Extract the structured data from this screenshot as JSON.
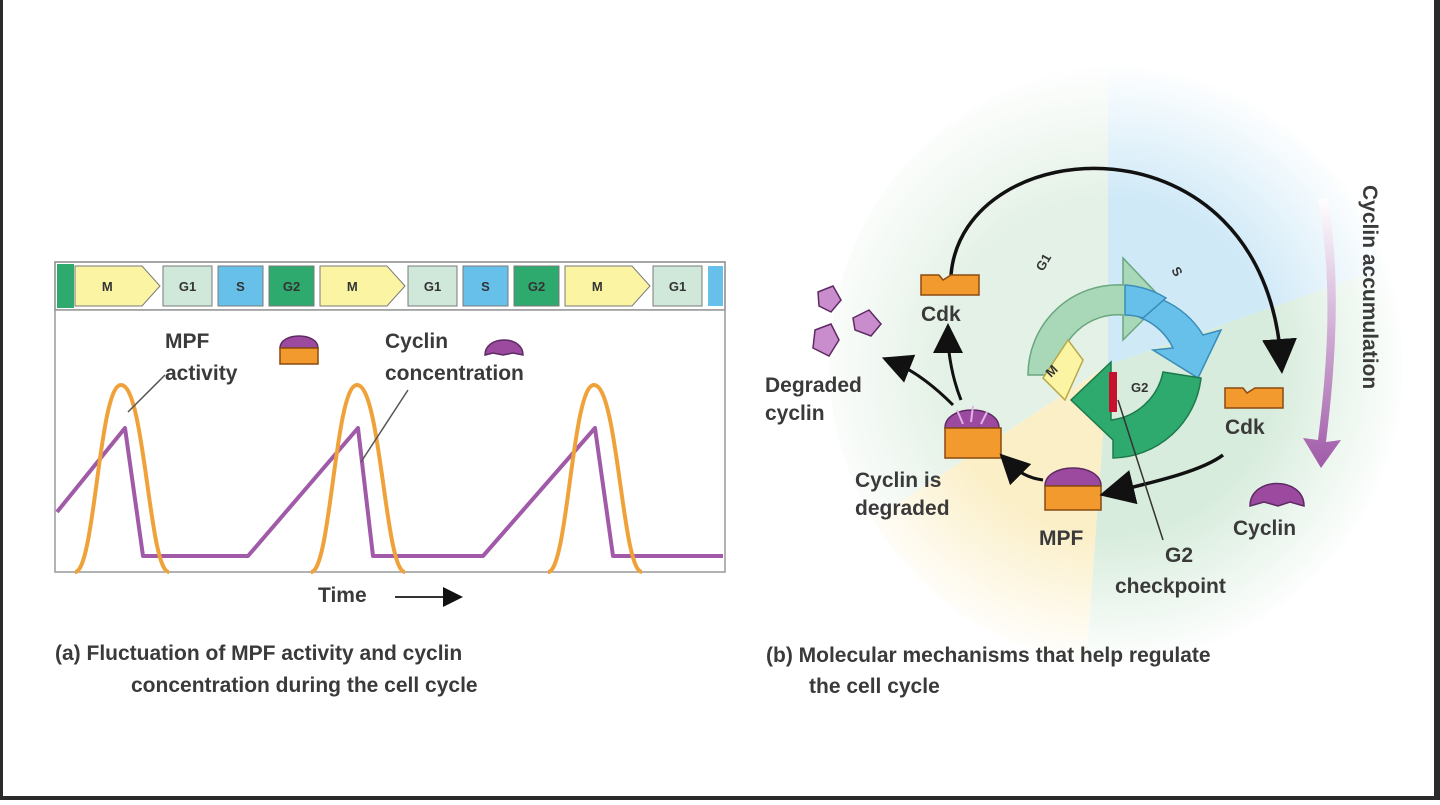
{
  "panel_a": {
    "phases": [
      "M",
      "G1",
      "S",
      "G2",
      "M",
      "G1",
      "S",
      "G2",
      "M",
      "G1"
    ],
    "phase_colors": {
      "M": "#fbf4a3",
      "G1": "#cfe8d9",
      "S": "#66c0ea",
      "G2": "#2eaa6e"
    },
    "mpf_label_line1": "MPF",
    "mpf_label_line2": "activity",
    "cyclin_label_line1": "Cyclin",
    "cyclin_label_line2": "concentration",
    "time_label": "Time",
    "caption_line1": "(a) Fluctuation of MPF activity and cyclin",
    "caption_line2": "concentration during the cell cycle",
    "colors": {
      "mpf_curve": "#f0a23a",
      "cyclin_curve": "#a05aa8"
    }
  },
  "panel_b": {
    "cycle_labels": {
      "g1": "G1",
      "s": "S",
      "g2": "G2",
      "m": "M"
    },
    "cdk_top": "Cdk",
    "cdk_right": "Cdk",
    "cyclin": "Cyclin",
    "mpf": "MPF",
    "degraded_line1": "Cyclin is",
    "degraded_line2": "degraded",
    "degraded_cyclin_line1": "Degraded",
    "degraded_cyclin_line2": "cyclin",
    "checkpoint_line1": "G2",
    "checkpoint_line2": "checkpoint",
    "accumulation": "Cyclin accumulation",
    "caption_line1": "(b) Molecular mechanisms that help regulate",
    "caption_line2": "the cell cycle",
    "colors": {
      "cdk": "#f39a2e",
      "cyclin": "#9b4aa0",
      "checkpoint": "#c8102e"
    }
  }
}
